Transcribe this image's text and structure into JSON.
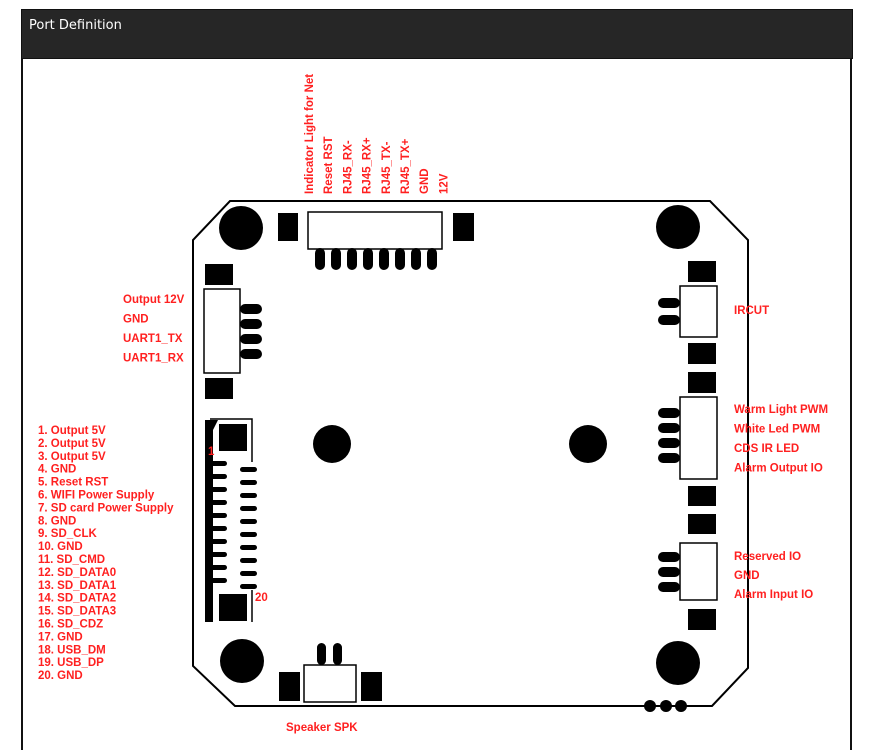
{
  "header": {
    "title": "Port Definition"
  },
  "colors": {
    "label": "#ff2020",
    "header_bg": "#262626",
    "ink": "#000000"
  },
  "top_connector": {
    "labels": [
      "Indicator Light for Net",
      "Reset RST",
      "RJ45_RX-",
      "RJ45_RX+",
      "RJ45_TX-",
      "RJ45_TX+",
      "GND",
      "12V"
    ]
  },
  "left_uart_connector": {
    "labels": [
      "Output 12V",
      "GND",
      "UART1_TX",
      "UART1_RX"
    ]
  },
  "left_fpc_connector": {
    "pin_first": "1",
    "pin_last": "20",
    "labels": [
      "1. Output 5V",
      "2. Output 5V",
      "3. Output 5V",
      "4. GND",
      "5. Reset RST",
      "6. WIFI Power Supply",
      "7. SD card Power Supply",
      "8. GND",
      "9. SD_CLK",
      "10. GND",
      "11. SD_CMD",
      "12. SD_DATA0",
      "13. SD_DATA1",
      "14. SD_DATA2",
      "15. SD_DATA3",
      "16. SD_CDZ",
      "17. GND",
      "18. USB_DM",
      "19. USB_DP",
      "20. GND"
    ]
  },
  "right_ircut_connector": {
    "labels": [
      "IRCUT"
    ]
  },
  "right_light_connector": {
    "labels": [
      "Warm Light PWM",
      "White Led PWM",
      "CDS IR LED",
      "Alarm Output IO"
    ]
  },
  "right_alarm_connector": {
    "labels": [
      "Reserved IO",
      "GND",
      "Alarm Input IO"
    ]
  },
  "bottom_speaker_connector": {
    "labels": [
      "Speaker SPK"
    ]
  }
}
